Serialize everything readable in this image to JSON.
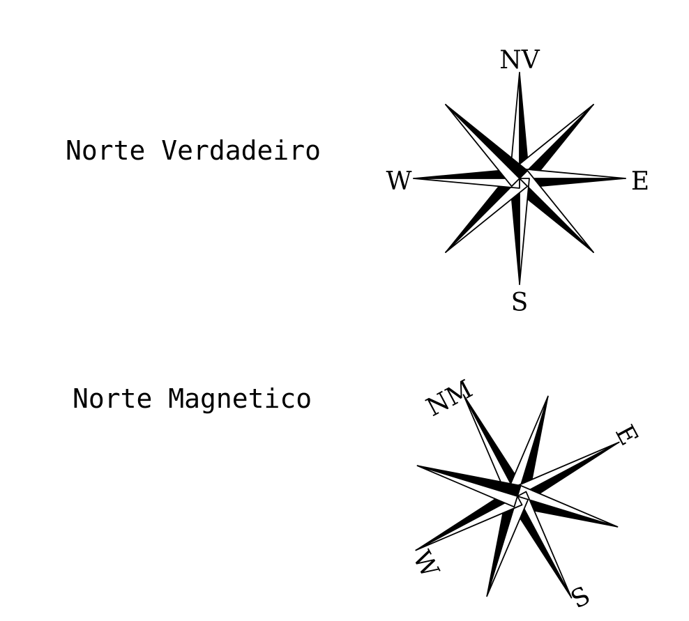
{
  "labels": {
    "true_north": "Norte Verdadeiro",
    "magnetic_north": "Norte Magnetico"
  },
  "rose_true": {
    "north": "NV",
    "east": "E",
    "south": "S",
    "west": "W"
  },
  "rose_magnetic": {
    "north": "NM",
    "east": "E",
    "south": "S",
    "west": "W"
  }
}
